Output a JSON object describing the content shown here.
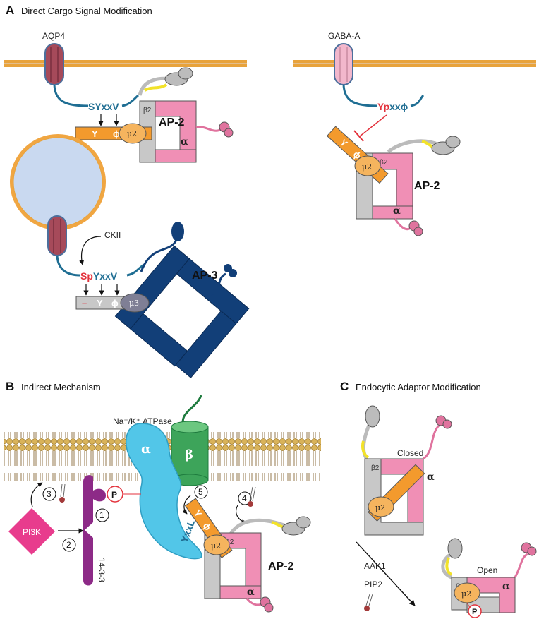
{
  "panel_a": {
    "letter": "A",
    "title": "Direct Cargo Signal Modification",
    "aqp4_label": "AQP4",
    "gaba_label": "GABA-A",
    "ckii_label": "CKII",
    "seq_aqp4": "SYxxV",
    "seq_gaba_p": "Yp",
    "seq_gaba_rest": "xxϕ",
    "seq_ap3_p": "Sp",
    "seq_ap3_rest": "YxxV",
    "ap2_label": "AP-2",
    "ap3_label": "AP-3",
    "mu3": "μ3",
    "minus": "–"
  },
  "panel_b": {
    "letter": "B",
    "title": "Indirect Mechanism",
    "atpase_label": "Na⁺/K⁺ ATPase",
    "alpha": "α",
    "beta": "β",
    "yxxl": "YxxL",
    "pi3k": "PI3K",
    "protein_1433": "14-3-3",
    "steps": [
      "1",
      "2",
      "3",
      "4",
      "5"
    ],
    "ap2_label": "AP-2"
  },
  "panel_c": {
    "letter": "C",
    "title": "Endocytic Adaptor Modification",
    "closed_label": "Closed",
    "open_label": "Open",
    "aak1_label": "AAK1",
    "pip2_label": "PIP2"
  },
  "common": {
    "y": "Y",
    "phi": "ϕ",
    "mu2": "μ2",
    "beta2": "β2",
    "alpha": "α",
    "p": "P"
  },
  "colors": {
    "membrane": "#e8a33c",
    "membrane_dark": "#c97d1a",
    "cargo_channel": "#a64a5a",
    "cargo_blue": "#1f6e93",
    "gaba_pink": "#f2b7cc",
    "ap2_pink": "#f08fb5",
    "ap_gray": "#c8c8c8",
    "ap3_blue": "#123f78",
    "mu2_orange": "#f5b45e",
    "bar_orange": "#f39a2d",
    "atpase_cyan": "#52c6e8",
    "atpase_green": "#3da45a",
    "purple_1433": "#8d2a87",
    "pi3k_magenta": "#e83c8d",
    "phospho_red": "#e3323c"
  }
}
